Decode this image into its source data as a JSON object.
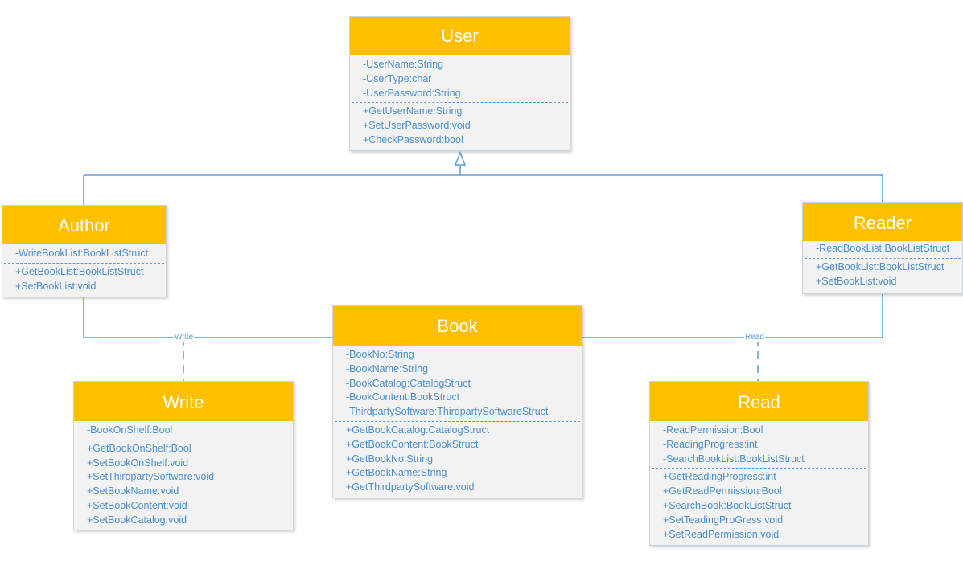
{
  "classes": {
    "user": {
      "name": "User",
      "attributes": [
        "-UserName:String",
        "-UserType:char",
        "-UserPassword:String"
      ],
      "methods": [
        "+GetUserName:String",
        "+SetUserPassword:void",
        "+CheckPassword:bool"
      ]
    },
    "author": {
      "name": "Author",
      "attributes": [
        "-WriteBookList:BookListStruct"
      ],
      "methods": [
        "+GetBookList:BookListStruct",
        "+SetBookList:void"
      ]
    },
    "reader": {
      "name": "Reader",
      "attributes": [
        "-ReadBookList:BookListStruct"
      ],
      "methods": [
        "+GetBookList:BookListStruct",
        "+SetBookList:void"
      ]
    },
    "book": {
      "name": "Book",
      "attributes": [
        "-BookNo:String",
        "-BookName:String",
        "-BookCatalog:CatalogStruct",
        "-BookContent:BookStruct",
        "-ThirdpartySoftware:ThirdpartySoftwareStruct"
      ],
      "methods": [
        "+GetBookCatalog:CatalogStruct",
        "+GetBookContent:BookStruct",
        "+GetBookNo:String",
        "+GetBookName:String",
        "+GetThirdpartySoftware:void"
      ]
    },
    "write": {
      "name": "Write",
      "attributes": [
        "-BookOnShelf:Bool"
      ],
      "methods": [
        "+GetBookOnShelf:Bool",
        "+SetBookOnShelf:void",
        "+SetThirdpartySoftware:void",
        "+SetBookName:void",
        "+SetBookContent:void",
        "+SetBookCatalog:void"
      ]
    },
    "read": {
      "name": "Read",
      "attributes": [
        "-ReadPermission:Bool",
        "-ReadingProgress:int",
        "-SearchBookList:BookListStruct"
      ],
      "methods": [
        "+GetReadingProgress:int",
        "+GetReadPermission:Bool",
        "+SearchBook:BookListStruct",
        "+SetTeadingProGress:void",
        "+SetReadPermission:void"
      ]
    }
  },
  "associations": {
    "write_label": "Write",
    "read_label": "Read"
  },
  "colors": {
    "header": "#ffc000",
    "header_text": "#ffffff",
    "body": "#f2f2f2",
    "text": "#4a8fcf",
    "line": "#5b9bd5"
  }
}
